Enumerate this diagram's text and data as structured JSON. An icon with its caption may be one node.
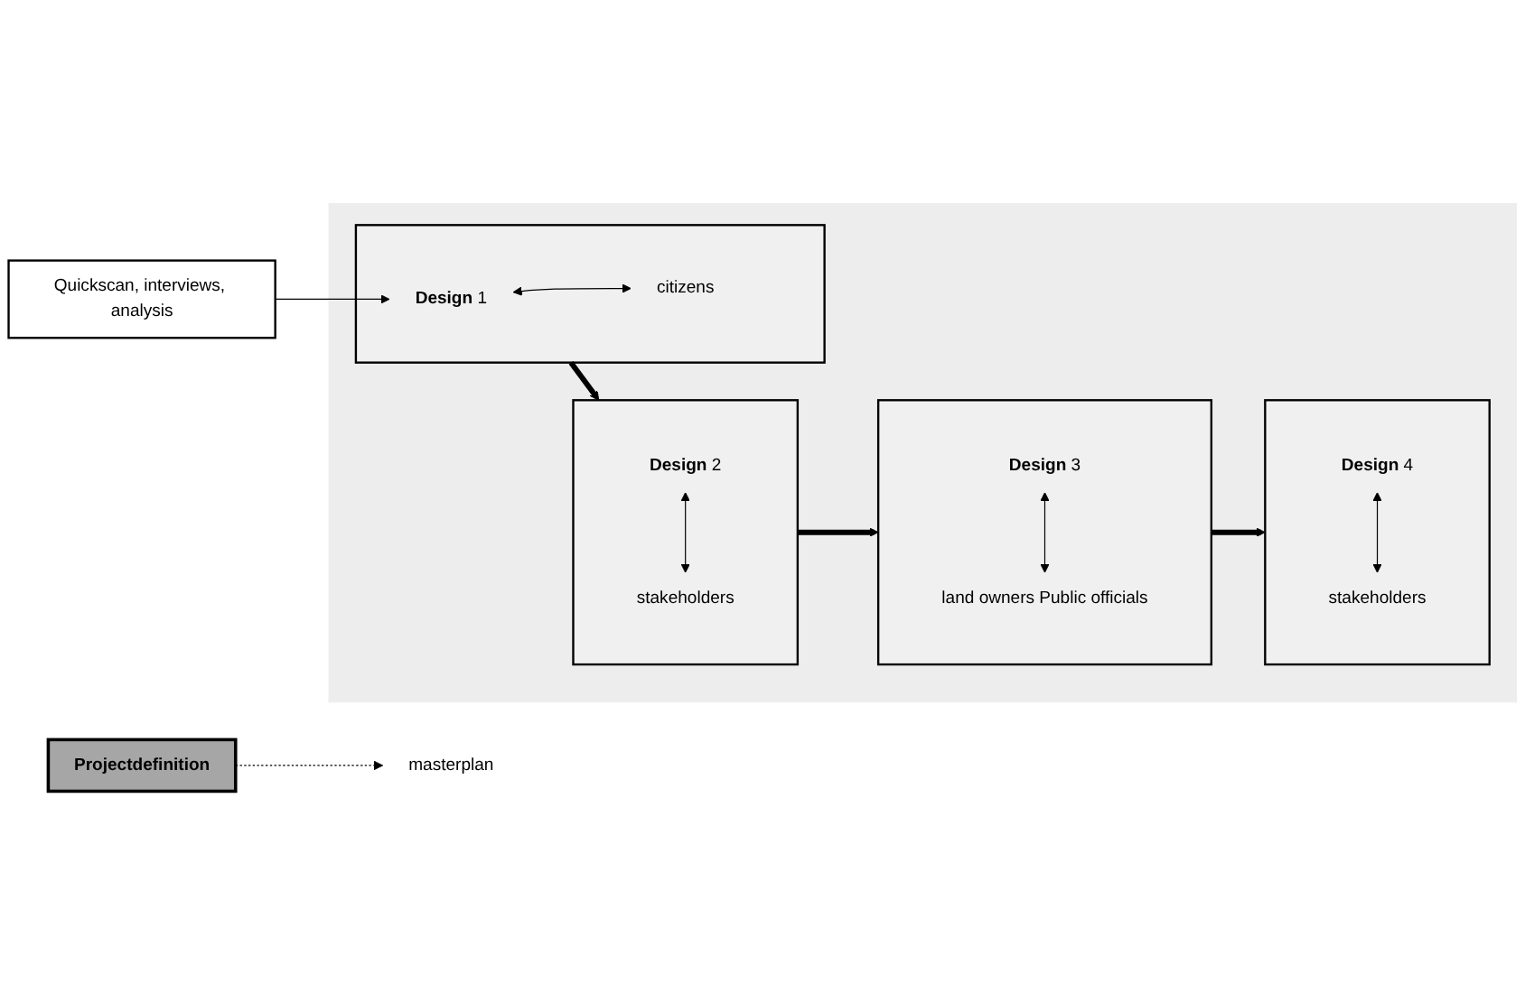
{
  "diagram": {
    "nodes": [
      {
        "text": [
          "Quickscan, interviews, analysis"
        ]
      },
      {
        "text": [],
        "shape": "band"
      },
      {
        "text": [],
        "shape": "box",
        "in": 1
      },
      {
        "text": [
          "**Design** 1"
        ],
        "in": 2
      },
      {
        "text": [
          "citizens"
        ],
        "in": 2
      },
      {
        "text": [],
        "shape": "box",
        "in": 1
      },
      {
        "text": [
          "**Design** 2"
        ],
        "in": 5
      },
      {
        "text": [
          "stakeholders"
        ],
        "in": 5
      },
      {
        "text": [],
        "shape": "box",
        "in": 1
      },
      {
        "text": [
          "**Design** 3"
        ],
        "in": 8
      },
      {
        "text": [
          "land owners Public officials"
        ],
        "in": 8
      },
      {
        "text": [],
        "shape": "box",
        "in": 1
      },
      {
        "text": [
          "**Design** 4"
        ],
        "in": 11
      },
      {
        "text": [
          "stakeholders"
        ],
        "in": 11
      },
      {
        "text": [
          "Projectdefinition"
        ]
      },
      {
        "text": [
          "masterplan"
        ]
      }
    ],
    "edges": [
      {
        "from": 0,
        "to": 3,
        "arrow": "to"
      },
      {
        "from": 3,
        "to": 4,
        "arrow": "both"
      },
      {
        "from": 2,
        "to": 5,
        "arrow": "to",
        "style": "thick"
      },
      {
        "from": 6,
        "to": 7,
        "arrow": "both"
      },
      {
        "from": 5,
        "to": 8,
        "arrow": "to",
        "style": "thick"
      },
      {
        "from": 9,
        "to": 10,
        "arrow": "both"
      },
      {
        "from": 8,
        "to": 11,
        "arrow": "to",
        "style": "thick"
      },
      {
        "from": 12,
        "to": 13,
        "arrow": "both"
      },
      {
        "from": 14,
        "to": 15,
        "arrow": "to",
        "style": "dashed"
      }
    ]
  }
}
